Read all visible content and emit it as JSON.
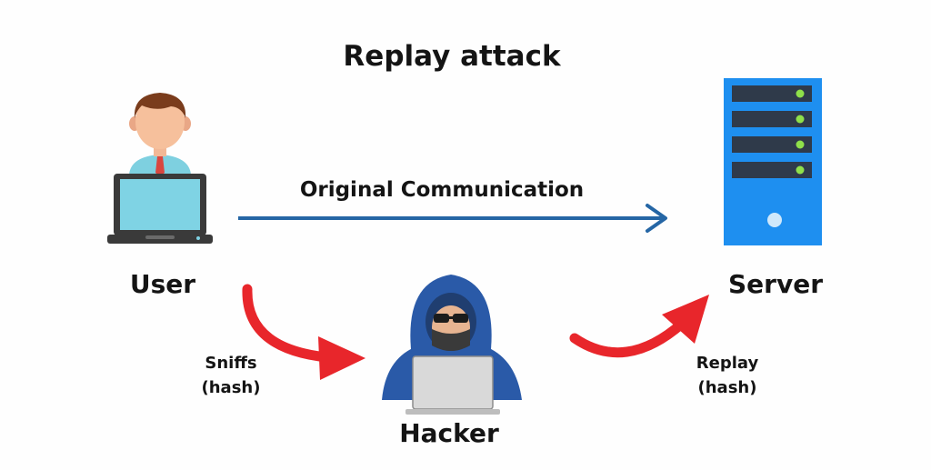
{
  "title": "Replay attack",
  "communication_label": "Original Communication",
  "nodes": {
    "user": "User",
    "server": "Server",
    "hacker": "Hacker"
  },
  "edges": {
    "sniffs_line1": "Sniffs",
    "sniffs_line2": "(hash)",
    "replay_line1": "Replay",
    "replay_line2": "(hash)"
  },
  "colors": {
    "arrow_blue": "#2566a5",
    "arrow_red": "#e8262b",
    "server_blue": "#1e8ff0",
    "hoodie_blue": "#2a5aa8",
    "screen_cyan": "#7fd3e4"
  },
  "icons": {
    "user": "user-with-laptop-icon",
    "server": "server-icon",
    "hacker": "hooded-hacker-icon"
  }
}
